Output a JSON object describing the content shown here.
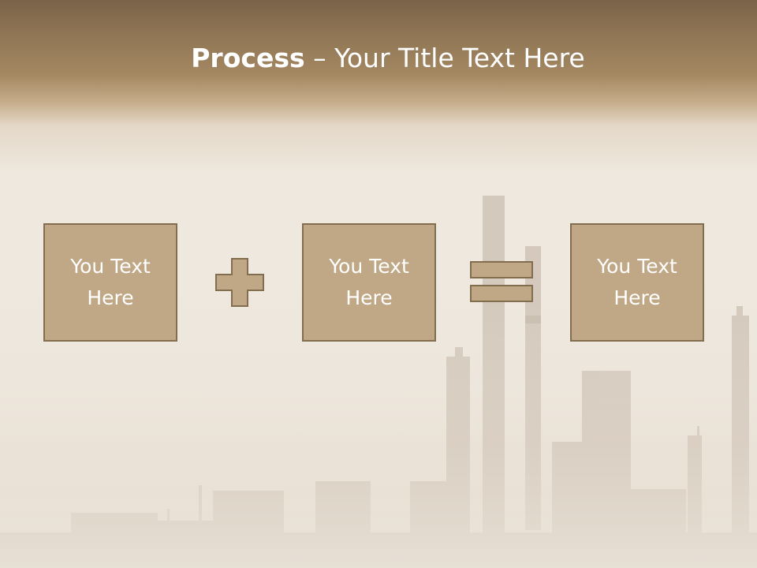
{
  "slide": {
    "title_bold": "Process",
    "title_rest": " – Your Title Text Here",
    "boxes": [
      {
        "label": "You Text Here"
      },
      {
        "label": "You Text Here"
      },
      {
        "label": "You Text Here"
      }
    ],
    "operators": [
      "plus-icon",
      "equals-icon"
    ]
  },
  "colors": {
    "header_brown": "#8e7454",
    "box_fill": "#c0a785",
    "box_border": "#836d4f",
    "text": "#ffffff"
  }
}
